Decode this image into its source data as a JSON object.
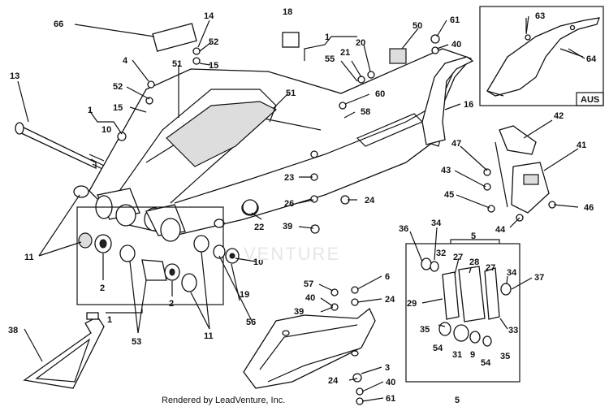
{
  "credit": "Rendered by LeadVenture, Inc.",
  "watermark": "VENTURE",
  "inset_label": "AUS",
  "callouts": [
    {
      "id": "c66",
      "text": "66"
    },
    {
      "id": "c14",
      "text": "14"
    },
    {
      "id": "c52a",
      "text": "52"
    },
    {
      "id": "c15a",
      "text": "15"
    },
    {
      "id": "c4",
      "text": "4"
    },
    {
      "id": "c52b",
      "text": "52"
    },
    {
      "id": "c51a",
      "text": "51"
    },
    {
      "id": "c15b",
      "text": "15"
    },
    {
      "id": "c13",
      "text": "13"
    },
    {
      "id": "c1a",
      "text": "1"
    },
    {
      "id": "c10a",
      "text": "10"
    },
    {
      "id": "c18",
      "text": "18"
    },
    {
      "id": "c1b",
      "text": "1"
    },
    {
      "id": "c55",
      "text": "55"
    },
    {
      "id": "c21",
      "text": "21"
    },
    {
      "id": "c20",
      "text": "20"
    },
    {
      "id": "c50",
      "text": "50"
    },
    {
      "id": "c61a",
      "text": "61"
    },
    {
      "id": "c40a",
      "text": "40"
    },
    {
      "id": "c51b",
      "text": "51"
    },
    {
      "id": "c60",
      "text": "60"
    },
    {
      "id": "c58",
      "text": "58"
    },
    {
      "id": "c16",
      "text": "16"
    },
    {
      "id": "c63",
      "text": "63"
    },
    {
      "id": "c64",
      "text": "64"
    },
    {
      "id": "c42",
      "text": "42"
    },
    {
      "id": "c47",
      "text": "47"
    },
    {
      "id": "c41",
      "text": "41"
    },
    {
      "id": "c43",
      "text": "43"
    },
    {
      "id": "c45",
      "text": "45"
    },
    {
      "id": "c44",
      "text": "44"
    },
    {
      "id": "c46",
      "text": "46"
    },
    {
      "id": "c23",
      "text": "23"
    },
    {
      "id": "c26",
      "text": "26"
    },
    {
      "id": "c24a",
      "text": "24"
    },
    {
      "id": "c39a",
      "text": "39"
    },
    {
      "id": "c22",
      "text": "22"
    },
    {
      "id": "c11a",
      "text": "11"
    },
    {
      "id": "c2a",
      "text": "2"
    },
    {
      "id": "c10b",
      "text": "10"
    },
    {
      "id": "c19",
      "text": "19"
    },
    {
      "id": "c56",
      "text": "56"
    },
    {
      "id": "c2b",
      "text": "2"
    },
    {
      "id": "c1c",
      "text": "1"
    },
    {
      "id": "c53",
      "text": "53"
    },
    {
      "id": "c11b",
      "text": "11"
    },
    {
      "id": "c38",
      "text": "38"
    },
    {
      "id": "c36",
      "text": "36"
    },
    {
      "id": "c34a",
      "text": "34"
    },
    {
      "id": "c5a",
      "text": "5"
    },
    {
      "id": "c32",
      "text": "32"
    },
    {
      "id": "c27a",
      "text": "27"
    },
    {
      "id": "c28",
      "text": "28"
    },
    {
      "id": "c27b",
      "text": "27"
    },
    {
      "id": "c34b",
      "text": "34"
    },
    {
      "id": "c37",
      "text": "37"
    },
    {
      "id": "c29",
      "text": "29"
    },
    {
      "id": "c33",
      "text": "33"
    },
    {
      "id": "c35a",
      "text": "35"
    },
    {
      "id": "c54a",
      "text": "54"
    },
    {
      "id": "c31",
      "text": "31"
    },
    {
      "id": "c9",
      "text": "9"
    },
    {
      "id": "c54b",
      "text": "54"
    },
    {
      "id": "c35b",
      "text": "35"
    },
    {
      "id": "c5b",
      "text": "5"
    },
    {
      "id": "c57",
      "text": "57"
    },
    {
      "id": "c40b",
      "text": "40"
    },
    {
      "id": "c39b",
      "text": "39"
    },
    {
      "id": "c6",
      "text": "6"
    },
    {
      "id": "c24b",
      "text": "24"
    },
    {
      "id": "c3",
      "text": "3"
    },
    {
      "id": "c24c",
      "text": "24"
    },
    {
      "id": "c40c",
      "text": "40"
    },
    {
      "id": "c61b",
      "text": "61"
    }
  ]
}
